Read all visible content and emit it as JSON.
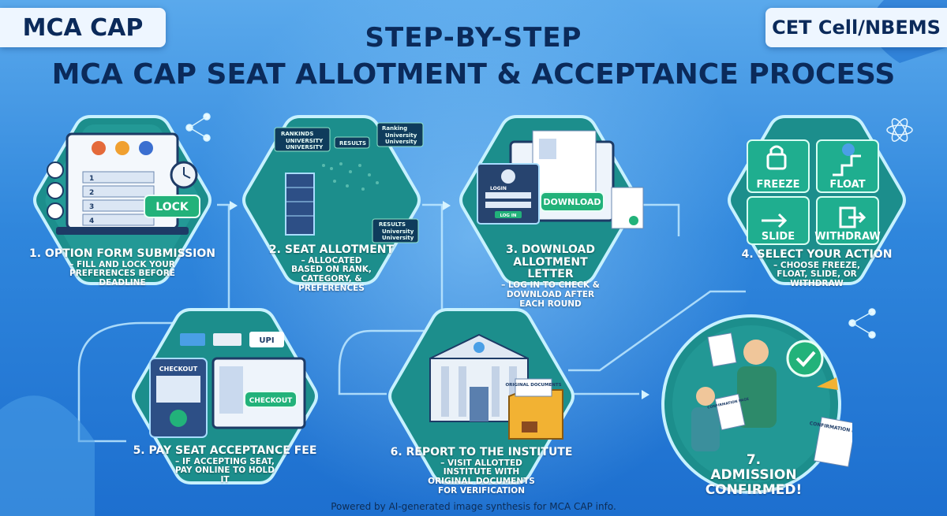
{
  "header": {
    "left_tag": "MCA CAP",
    "right_tag": "CET Cell/NBEMS",
    "title_line1": "STEP-BY-STEP",
    "title_line2": "MCA CAP SEAT ALLOTMENT & ACCEPTANCE PROCESS"
  },
  "steps": [
    {
      "title": "1. OPTION FORM SUBMISSION",
      "desc": "– FILL AND LOCK YOUR PREFERENCES BEFORE DEADLINE",
      "button": "LOCK",
      "form_rows": [
        "1",
        "2",
        "3",
        "4"
      ]
    },
    {
      "title": "2. SEAT ALLOTMENT",
      "desc": "– ALLOCATED BASED ON RANK, CATEGORY, & PREFERENCES",
      "tags": [
        "RANKINDS",
        "UNIVERSITY",
        "UNIVERSITY",
        "RESULTS",
        "Ranking",
        "University",
        "University",
        "RESULTS",
        "University",
        "University"
      ]
    },
    {
      "title": "3. DOWNLOAD ALLOTMENT LETTER",
      "desc": "– LOG IN TO CHECK & DOWNLOAD AFTER EACH ROUND",
      "button": "DOWNLOAD",
      "login_label": "LOGIN",
      "login_button": "LOG IN"
    },
    {
      "title": "4. SELECT YOUR ACTION",
      "desc": "– CHOOSE FREEZE, FLOAT, SLIDE, OR WITHDRAW",
      "actions": [
        "FREEZE",
        "FLOAT",
        "SLIDE",
        "WITHDRAW"
      ]
    },
    {
      "title": "5. PAY SEAT ACCEPTANCE FEE",
      "desc": "– IF ACCEPTING SEAT, PAY ONLINE TO HOLD IT",
      "checkout_label": "CHECKOUT",
      "checkout_button": "CHECKOUT",
      "upi": "UPI"
    },
    {
      "title": "6. REPORT TO THE INSTITUTE",
      "desc": "– VISIT ALLOTTED INSTITUTE WITH ORIGINAL DOCUMENTS FOR VERIFICATION",
      "folder_label": "ORIGINAL DOCUMENTS"
    },
    {
      "title": "7. ADMISSION CONFIRMED!",
      "page_label_1": "CONFIRMATION PAGE",
      "page_label_2": "CONFIRMATION PAGE"
    }
  ],
  "footer": "Powered by AI-generated image synthesis for MCA CAP info.",
  "colors": {
    "accent_green": "#1fae8f",
    "navy": "#0b2a5a",
    "bg_blue": "#2f86dc"
  }
}
